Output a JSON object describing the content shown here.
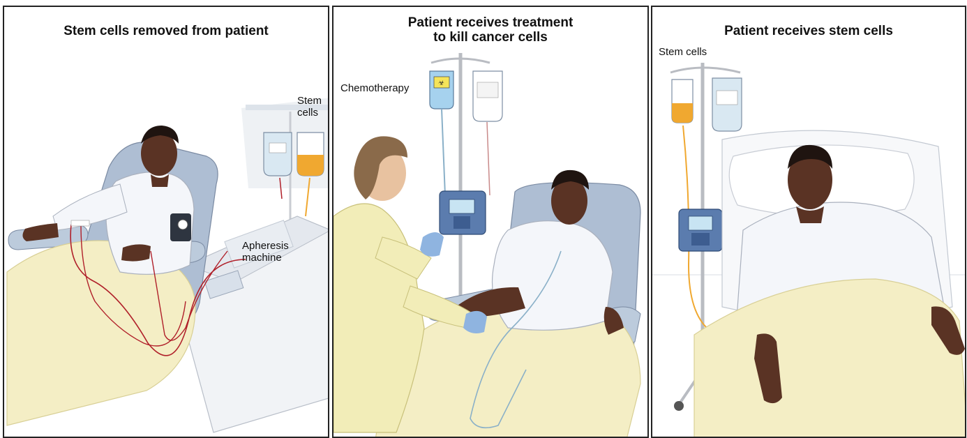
{
  "panels": [
    {
      "title": "Stem cells removed from patient",
      "labels": {
        "stem_cells": "Stem\ncells",
        "apheresis": "Apheresis\nmachine"
      }
    },
    {
      "title": "Patient receives treatment\nto kill cancer cells",
      "labels": {
        "chemotherapy": "Chemotherapy"
      }
    },
    {
      "title": "Patient receives stem cells",
      "labels": {
        "stem_cells": "Stem cells"
      }
    }
  ],
  "colors": {
    "skin": "#5a3324",
    "skin_light": "#6e412e",
    "chair": "#aebed3",
    "blanket": "#f4eec5",
    "shirt": "#f4f6fa",
    "stem_cell_fluid": "#f0a830",
    "saline_bag": "#d9e8f2",
    "blood_line": "#b0202a",
    "pump": "#5b7cae",
    "gown_yellow": "#f2edb8",
    "glove": "#8fb4e0",
    "pole": "#b9bcc2"
  }
}
